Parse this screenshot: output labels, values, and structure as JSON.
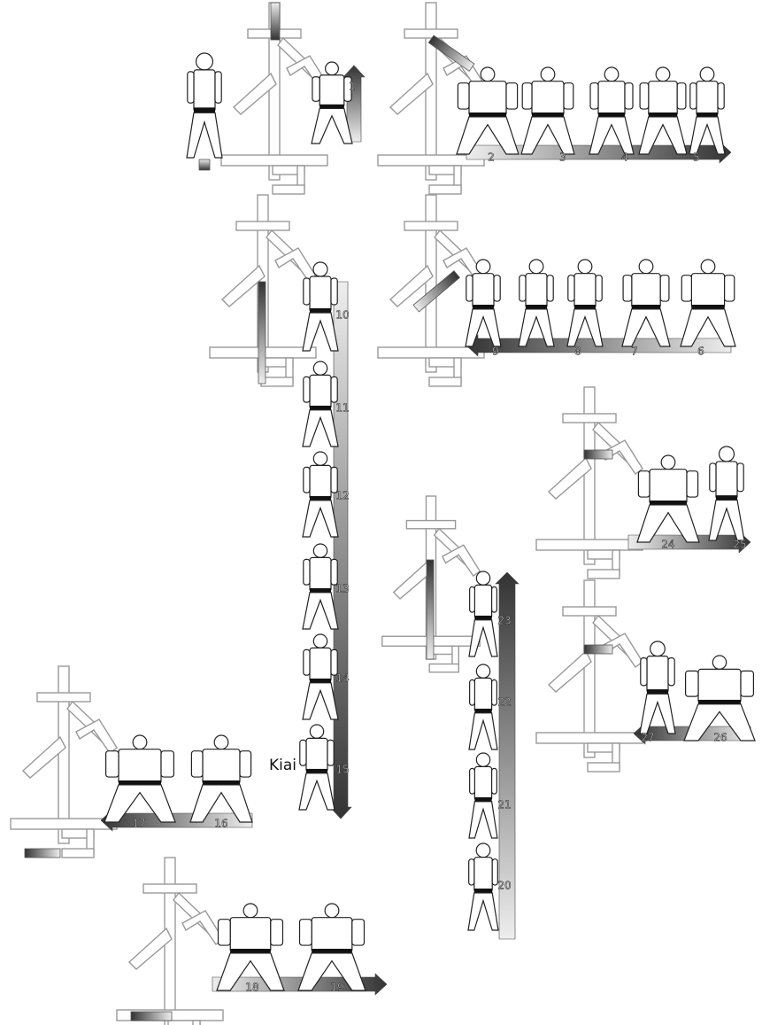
{
  "title": "",
  "kiai_label": "Kiai",
  "colors": {
    "floor_outline": "#999999",
    "arrow_dark": "#333333",
    "arrow_light": "#eeeeee",
    "gi": "#ffffff",
    "belt": "#111111",
    "ink": "#222222"
  },
  "steps": [
    {
      "label": "1",
      "group": "1"
    },
    {
      "label": "2",
      "group": "2-5"
    },
    {
      "label": "3",
      "group": "2-5"
    },
    {
      "label": "4",
      "group": "2-5"
    },
    {
      "label": "5",
      "group": "2-5"
    },
    {
      "label": "6",
      "group": "6-9"
    },
    {
      "label": "7",
      "group": "6-9"
    },
    {
      "label": "8",
      "group": "6-9"
    },
    {
      "label": "9",
      "group": "6-9"
    },
    {
      "label": "10",
      "group": "10-15"
    },
    {
      "label": "11",
      "group": "10-15"
    },
    {
      "label": "12",
      "group": "10-15"
    },
    {
      "label": "13",
      "group": "10-15"
    },
    {
      "label": "14",
      "group": "10-15"
    },
    {
      "label": "15",
      "group": "10-15"
    },
    {
      "label": "16",
      "group": "16-17"
    },
    {
      "label": "17",
      "group": "16-17"
    },
    {
      "label": "18",
      "group": "18-19"
    },
    {
      "label": "19",
      "group": "18-19"
    },
    {
      "label": "20",
      "group": "20-23"
    },
    {
      "label": "21",
      "group": "20-23"
    },
    {
      "label": "22",
      "group": "20-23"
    },
    {
      "label": "23",
      "group": "20-23"
    },
    {
      "label": "24",
      "group": "24-25"
    },
    {
      "label": "25",
      "group": "24-25"
    },
    {
      "label": "26",
      "group": "26-27"
    },
    {
      "label": "27",
      "group": "26-27"
    }
  ],
  "kiai_step": "15"
}
